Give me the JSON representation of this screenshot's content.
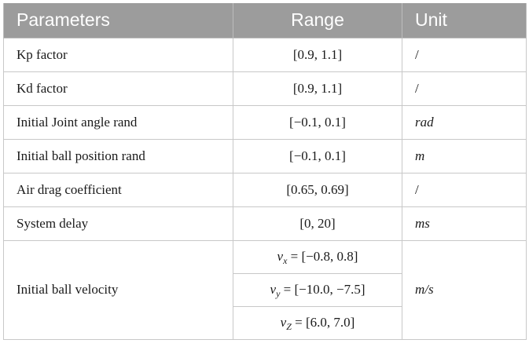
{
  "table": {
    "headers": {
      "parameters": "Parameters",
      "range": "Range",
      "unit": "Unit"
    },
    "rows": [
      {
        "parameter": "Kp factor",
        "range": "[0.9, 1.1]",
        "unit": "/"
      },
      {
        "parameter": "Kd factor",
        "range": "[0.9, 1.1]",
        "unit": "/"
      },
      {
        "parameter": "Initial Joint angle rand",
        "range": "[−0.1, 0.1]",
        "unit": "rad"
      },
      {
        "parameter": "Initial ball position rand",
        "range": "[−0.1, 0.1]",
        "unit": "m"
      },
      {
        "parameter": "Air drag coefficient",
        "range": "[0.65, 0.69]",
        "unit": "/"
      },
      {
        "parameter": "System delay",
        "range": "[0, 20]",
        "unit": "ms"
      }
    ],
    "velocity": {
      "parameter": "Initial ball velocity",
      "unit": "m/s",
      "components": [
        {
          "var": "v",
          "sub": "x",
          "eq": " = ",
          "range": "[−0.8, 0.8]"
        },
        {
          "var": "v",
          "sub": "y",
          "eq": " = ",
          "range": "[−10.0, −7.5]"
        },
        {
          "var": "v",
          "sub": "Z",
          "eq": " = ",
          "range": "[6.0, 7.0]"
        }
      ]
    }
  }
}
